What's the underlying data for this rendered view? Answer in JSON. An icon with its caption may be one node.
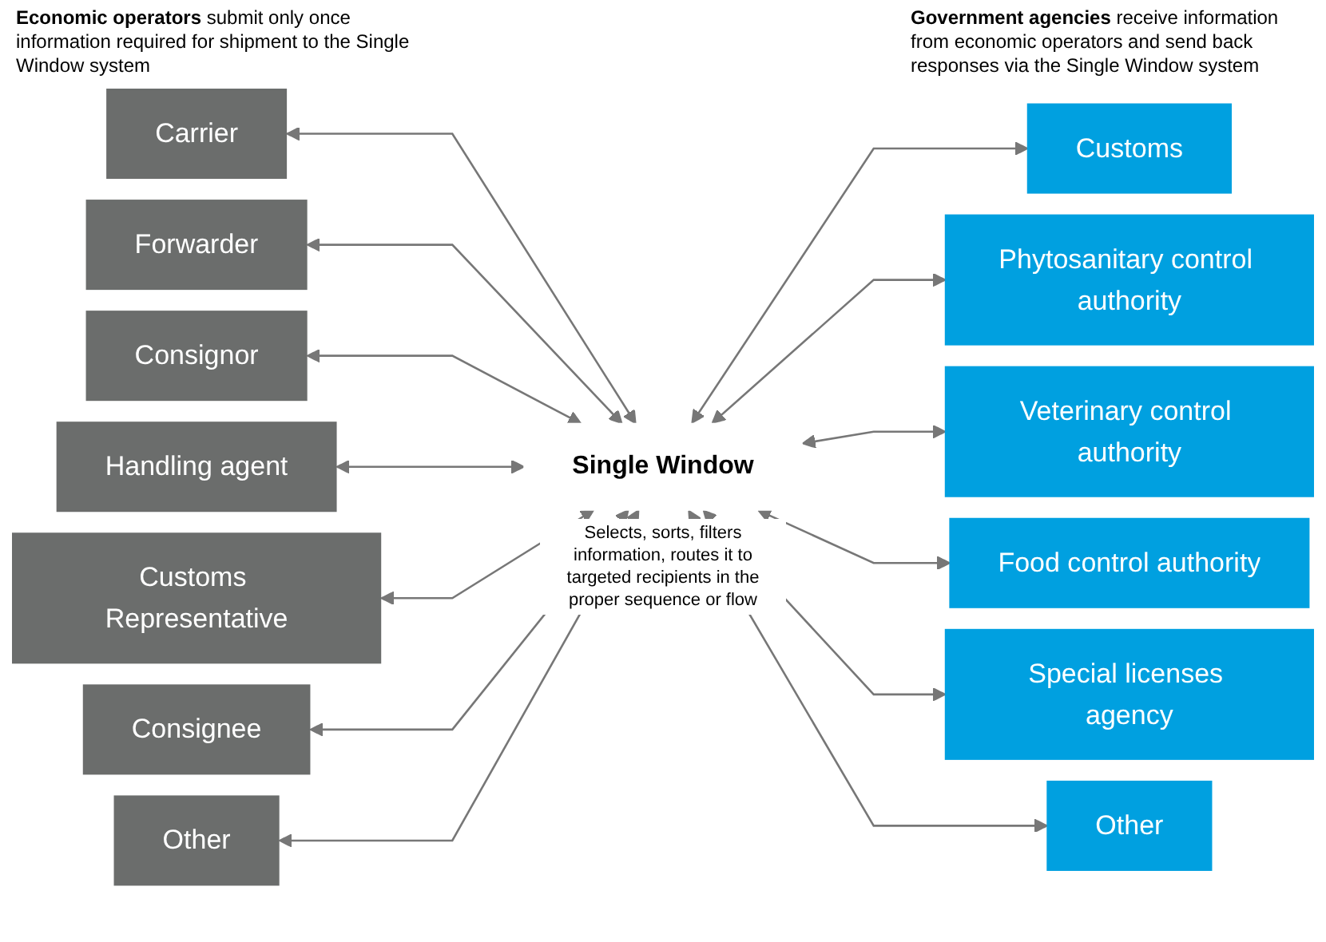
{
  "diagram": {
    "nodes": [
      {
        "text": [
          "Carrier"
        ]
      },
      {
        "text": [
          "Forwarder"
        ]
      },
      {
        "text": [
          "Consignor"
        ]
      },
      {
        "text": [
          "Handling agent"
        ]
      },
      {
        "text": [
          "Customs Representative"
        ]
      },
      {
        "text": [
          "Consignee"
        ]
      },
      {
        "text": [
          "Other"
        ]
      },
      {
        "text": [
          "Single Window"
        ],
        "beside": [
          "Selects, sorts, filters information, routes it to targeted recipients in the proper sequence or flow"
        ]
      },
      {
        "text": [
          "Customs"
        ]
      },
      {
        "text": [
          "Phytosanitary control authority"
        ]
      },
      {
        "text": [
          "Veterinary control authority"
        ]
      },
      {
        "text": [
          "Food control authority"
        ]
      },
      {
        "text": [
          "Special licenses agency"
        ]
      },
      {
        "text": [
          "Other"
        ]
      }
    ],
    "edges": [
      {
        "from": 0,
        "to": 7,
        "arrow": "both"
      },
      {
        "from": 1,
        "to": 7,
        "arrow": "both"
      },
      {
        "from": 2,
        "to": 7,
        "arrow": "both"
      },
      {
        "from": 3,
        "to": 7,
        "arrow": "both"
      },
      {
        "from": 4,
        "to": 7,
        "arrow": "both"
      },
      {
        "from": 5,
        "to": 7,
        "arrow": "both"
      },
      {
        "from": 6,
        "to": 7,
        "arrow": "both"
      },
      {
        "from": 7,
        "to": 8,
        "arrow": "both"
      },
      {
        "from": 7,
        "to": 9,
        "arrow": "both"
      },
      {
        "from": 7,
        "to": 10,
        "arrow": "both"
      },
      {
        "from": 7,
        "to": 11,
        "arrow": "both"
      },
      {
        "from": 7,
        "to": 12,
        "arrow": "both"
      },
      {
        "from": 7,
        "to": 13,
        "arrow": "both"
      }
    ],
    "labels": [
      "**Economic operators** submit only once information required for shipment to the Single Window system",
      "**Government agencies** receive information from economic operators and send back responses via the Single Window system"
    ]
  }
}
